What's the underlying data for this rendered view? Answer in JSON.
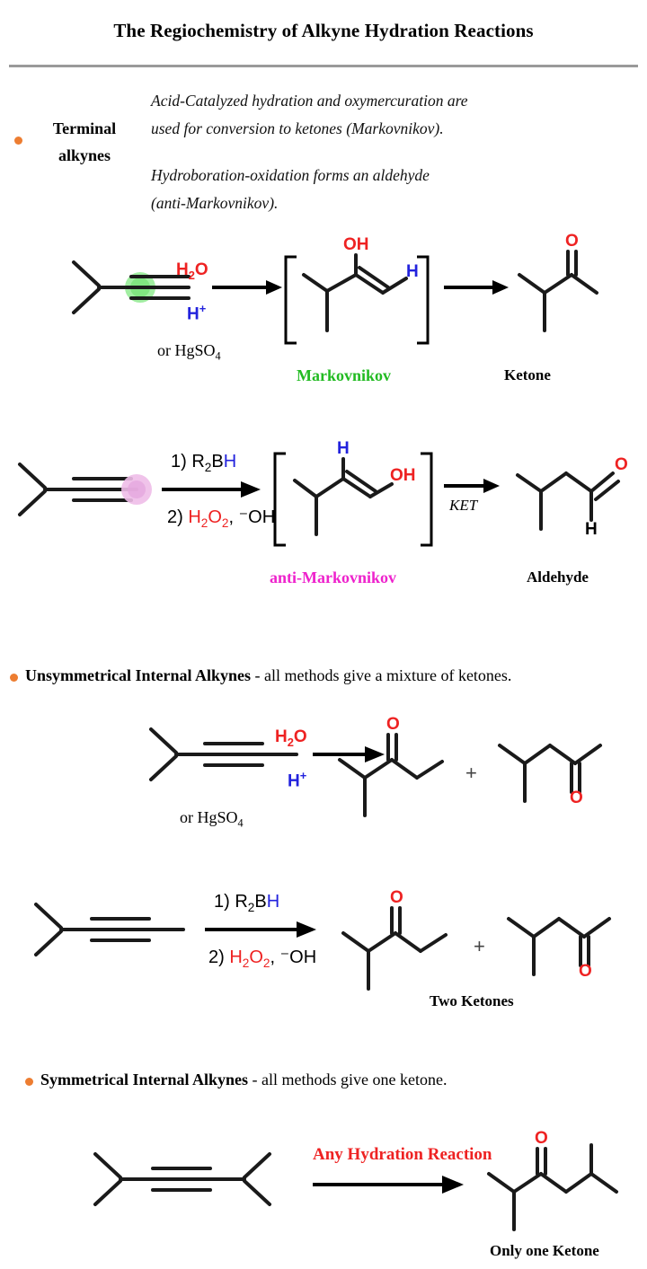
{
  "document": {
    "title": "The Regiochemistry of Alkyne Hydration Reactions"
  },
  "terminal_section": {
    "bullet_label_line1": "Terminal",
    "bullet_label_line2": "alkynes",
    "description_1": "Acid-Catalyzed hydration and oxymercuration are",
    "description_2": "used for conversion to ketones (Markovnikov).",
    "description_3": "Hydroboration-oxidation forms an aldehyde",
    "description_4": "(anti-Markovnikov)."
  },
  "scheme_1": {
    "reagent_top": "H",
    "reagent_top_sub": "2",
    "reagent_top_tail": "O",
    "reagent_bottom": "H",
    "reagent_bottom_sup": "+",
    "reagent_note": "or HgSO",
    "reagent_note_sub": "4",
    "intermediate_oh": "OH",
    "intermediate_h": "H",
    "intermediate_caption": "Markovnikov",
    "product_o": "O",
    "product_caption": "Ketone"
  },
  "scheme_2": {
    "step1_prefix": "1) R",
    "step1_sub": "2",
    "step1_b": "B",
    "step1_h": "H",
    "step2_prefix": "2) ",
    "step2_h2o2_h": "H",
    "step2_h2o2_sub1": "2",
    "step2_h2o2_o": "O",
    "step2_h2o2_sub2": "2",
    "step2_tail": ", ⁻OH",
    "intermediate_h": "H",
    "intermediate_oh": "OH",
    "intermediate_caption": "anti-Markovnikov",
    "arrow2_label": "KET",
    "product_o": "O",
    "product_h": "H",
    "product_caption": "Aldehyde"
  },
  "unsym_section": {
    "heading_bold": "Unsymmetrical Internal Alkynes",
    "heading_tail": " - all methods give a mixture of ketones."
  },
  "scheme_3": {
    "reagent_top": "H",
    "reagent_top_sub": "2",
    "reagent_top_tail": "O",
    "reagent_bottom": "H",
    "reagent_bottom_sup": "+",
    "reagent_note": "or HgSO",
    "reagent_note_sub": "4",
    "product_a_o": "O",
    "plus": "+",
    "product_b_o": "O"
  },
  "scheme_4": {
    "step1_prefix": "1) R",
    "step1_sub": "2",
    "step1_b": "B",
    "step1_h": "H",
    "step2_prefix": "2) ",
    "step2_h2o2_h": "H",
    "step2_h2o2_sub1": "2",
    "step2_h2o2_o": "O",
    "step2_h2o2_sub2": "2",
    "step2_tail": ", ⁻OH",
    "product_a_o": "O",
    "plus": "+",
    "product_b_o": "O",
    "caption": "Two  Ketones"
  },
  "sym_section": {
    "heading_bold": "Symmetrical Internal Alkynes",
    "heading_tail": " - all methods give one ketone."
  },
  "scheme_5": {
    "arrow_label": "Any Hydration Reaction",
    "product_o": "O",
    "caption": "Only one Ketone"
  },
  "colors": {
    "bullet": "#ed7d31",
    "red": "#ee2222",
    "blue": "#2222dd",
    "green": "#22bb22",
    "magenta": "#ee22cc",
    "rule": "#9a9a9a",
    "bond": "#1a1a1a",
    "highlight_green": "#7ee87e",
    "highlight_pink": "#eebde8"
  }
}
